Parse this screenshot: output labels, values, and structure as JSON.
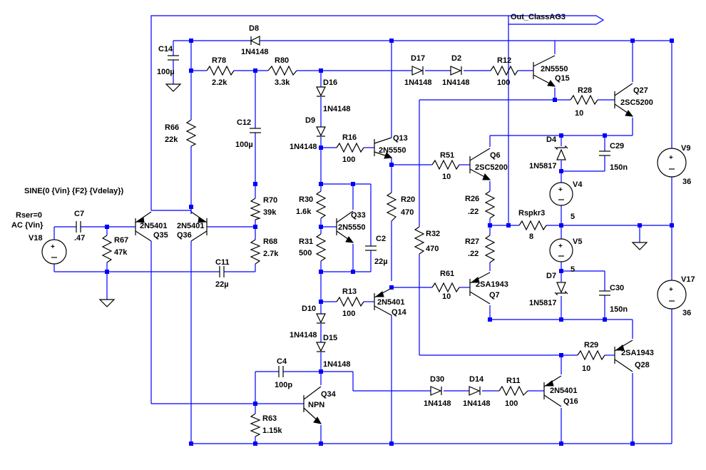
{
  "schematic": {
    "net_label": "Out_ClassAG3",
    "source_text": "SINE(0 {Vin} {F2} {Vdelay})",
    "rser": "Rser=0",
    "ac": "AC {Vin}",
    "components": {
      "C14": {
        "name": "C14",
        "value": "100µ"
      },
      "D8": {
        "name": "D8",
        "value": "1N4148"
      },
      "R78": {
        "name": "R78",
        "value": "2.2k"
      },
      "R80": {
        "name": "R80",
        "value": "3.3k"
      },
      "D17": {
        "name": "D17",
        "value": "1N4148"
      },
      "D2": {
        "name": "D2",
        "value": "1N4148"
      },
      "R12": {
        "name": "R12",
        "value": "100"
      },
      "Q15": {
        "name": "Q15",
        "value": "2N5550"
      },
      "R28": {
        "name": "R28",
        "value": "10"
      },
      "Q27": {
        "name": "Q27",
        "value": "2SC5200"
      },
      "D16": {
        "name": "D16",
        "value": "1N4148"
      },
      "D9": {
        "name": "D9",
        "value": "1N4148"
      },
      "R66": {
        "name": "R66",
        "value": "22k"
      },
      "C12": {
        "name": "C12",
        "value": "100µ"
      },
      "R16": {
        "name": "R16",
        "value": "100"
      },
      "Q13": {
        "name": "Q13",
        "value": "2N5550"
      },
      "D4": {
        "name": "D4",
        "value": "1N5817"
      },
      "C29": {
        "name": "C29",
        "value": "150n"
      },
      "V9": {
        "name": "V9",
        "value": "36"
      },
      "R51": {
        "name": "R51",
        "value": "10"
      },
      "Q6": {
        "name": "Q6",
        "value": "2SC5200"
      },
      "V4": {
        "name": "V4",
        "value": "5"
      },
      "R30": {
        "name": "R30",
        "value": "1.6k"
      },
      "Q33": {
        "name": "Q33",
        "value": "2N5550"
      },
      "R20": {
        "name": "R20",
        "value": "470"
      },
      "R26": {
        "name": "R26",
        "value": ".22"
      },
      "Rspkr3": {
        "name": "Rspkr3",
        "value": "8"
      },
      "R70": {
        "name": "R70",
        "value": "39k"
      },
      "R68": {
        "name": "R68",
        "value": "2.7k"
      },
      "Q35": {
        "name": "Q35",
        "value": "2N5401"
      },
      "Q36": {
        "name": "Q36",
        "value": "2N5401"
      },
      "C7": {
        "name": "C7",
        "value": ".47"
      },
      "R67": {
        "name": "R67",
        "value": "47k"
      },
      "V18": {
        "name": "V18"
      },
      "R31": {
        "name": "R31",
        "value": "500"
      },
      "C2": {
        "name": "C2",
        "value": "22µ"
      },
      "R32": {
        "name": "R32",
        "value": "470"
      },
      "R27": {
        "name": "R27",
        "value": ".22"
      },
      "V5": {
        "name": "V5",
        "value": "5"
      },
      "C11": {
        "name": "C11",
        "value": "22µ"
      },
      "R61": {
        "name": "R61",
        "value": "10"
      },
      "Q7": {
        "name": "Q7",
        "value": "2SA1943"
      },
      "D7": {
        "name": "D7",
        "value": "1N5817"
      },
      "C30": {
        "name": "C30",
        "value": "150n"
      },
      "V17": {
        "name": "V17",
        "value": "36"
      },
      "D10": {
        "name": "D10",
        "value": "1N4148"
      },
      "R13": {
        "name": "R13",
        "value": "100"
      },
      "Q14": {
        "name": "Q14",
        "value": "2N5401"
      },
      "D15": {
        "name": "D15",
        "value": "1N4148"
      },
      "R29": {
        "name": "R29",
        "value": "10"
      },
      "Q28": {
        "name": "Q28",
        "value": "2SA1943"
      },
      "C4": {
        "name": "C4",
        "value": "100p"
      },
      "Q34": {
        "name": "Q34",
        "value": "NPN"
      },
      "D30": {
        "name": "D30",
        "value": "1N4148"
      },
      "D14": {
        "name": "D14",
        "value": "1N4148"
      },
      "R11": {
        "name": "R11",
        "value": "100"
      },
      "Q16": {
        "name": "Q16",
        "value": "2N5401"
      },
      "R63": {
        "name": "R63",
        "value": "1.15k"
      }
    }
  }
}
